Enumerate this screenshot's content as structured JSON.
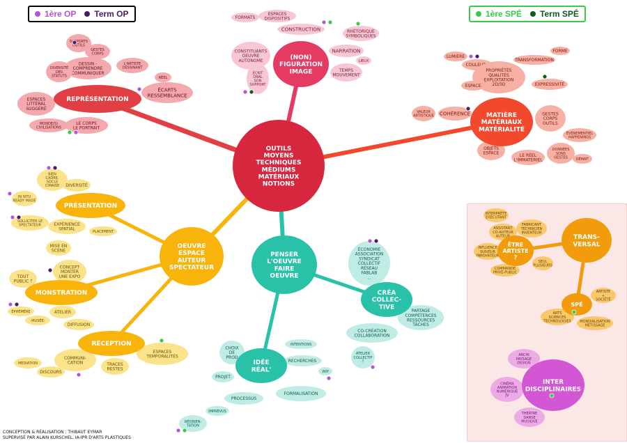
{
  "legend_op": {
    "ops": [
      "1ère OP",
      "Term OP"
    ],
    "colors": [
      "#b455d6",
      "#4b1a6b"
    ],
    "border": "#9b4fd0"
  },
  "legend_spe": {
    "spes": [
      "1ère SPÉ",
      "Term SPÉ"
    ],
    "colors": [
      "#3cc84a",
      "#0f5a1c"
    ],
    "border": "#3cc84a"
  },
  "center": {
    "lines": [
      "Outils",
      "Moyens",
      "Techniques",
      "Médiums",
      "Matériaux",
      "Notions"
    ],
    "color": "#d6273f"
  },
  "branches": {
    "figuration": {
      "color": "#e53b62",
      "light": "#f7c8d3",
      "main": [
        "(non)",
        "figuration",
        "image"
      ],
      "items": [
        {
          "lines": [
            "Formats"
          ]
        },
        {
          "lines": [
            "Espaces",
            "dispositifs"
          ]
        },
        {
          "lines": [
            "Construction"
          ]
        },
        {
          "lines": [
            "Rhétorique",
            "symboliques"
          ]
        },
        {
          "lines": [
            "Constituants",
            "oeuvre",
            "autonome"
          ]
        },
        {
          "lines": [
            "Narration"
          ]
        },
        {
          "lines": [
            "Lieux"
          ]
        },
        {
          "lines": [
            "Écrit",
            "oral",
            "son",
            "support"
          ]
        },
        {
          "lines": [
            "Temps",
            "mouvement"
          ]
        }
      ]
    },
    "representation": {
      "color": "#e23f45",
      "light": "#f3a9ad",
      "main": [
        "Représentation"
      ],
      "items": [
        {
          "lines": [
            "Supports",
            "outils"
          ]
        },
        {
          "lines": [
            "Gestes",
            "corps"
          ]
        },
        {
          "lines": [
            "Dessin -",
            "comprendre",
            "communiquer"
          ]
        },
        {
          "lines": [
            "Diversité",
            "des",
            "statuts"
          ]
        },
        {
          "lines": [
            "L'artiste",
            "dessinant"
          ]
        },
        {
          "lines": [
            "Réel"
          ]
        },
        {
          "lines": [
            "Écarts",
            "ressemblance"
          ]
        },
        {
          "lines": [
            "Espaces",
            "littéral",
            "suggéré"
          ]
        },
        {
          "lines": [
            "Monde(s)",
            "civilisations"
          ]
        },
        {
          "lines": [
            "Le corps",
            "le portrait"
          ]
        }
      ]
    },
    "materialite": {
      "color": "#f2492c",
      "light": "#f7b1a4",
      "main": [
        "Matière",
        "Matériaux",
        "Matérialité"
      ],
      "items": [
        {
          "lines": [
            "Lumière"
          ]
        },
        {
          "lines": [
            "Couleurs"
          ]
        },
        {
          "lines": [
            "Transformation"
          ]
        },
        {
          "lines": [
            "Forme"
          ]
        },
        {
          "lines": [
            "Propriétés",
            "qualités",
            "exploitation",
            "2D/3D"
          ]
        },
        {
          "lines": [
            "Espace"
          ]
        },
        {
          "lines": [
            "Expressivité"
          ]
        },
        {
          "lines": [
            "Valeur",
            "artistique"
          ]
        },
        {
          "lines": [
            "Cohérence"
          ]
        },
        {
          "lines": [
            "Gestes",
            "corps",
            "outils"
          ]
        },
        {
          "lines": [
            "Événementiel",
            "happenings"
          ]
        },
        {
          "lines": [
            "Objets",
            "espace"
          ]
        },
        {
          "lines": [
            "Le réel",
            "l'immatériel"
          ]
        },
        {
          "lines": [
            "Données",
            "sons",
            "gestes"
          ]
        },
        {
          "lines": [
            "Démat'"
          ]
        }
      ]
    },
    "oeuvre": {
      "color": "#f8b40b",
      "light": "#fbe38a",
      "main": [
        "Oeuvre",
        "Espace",
        "Auteur",
        "Spectateur"
      ],
      "presentation": [
        "Présentation"
      ],
      "monstration": [
        "Monstration"
      ],
      "reception": [
        "Réception"
      ],
      "items": [
        {
          "lines": [
            "Bien",
            "cadre,",
            "socle",
            "cimaise"
          ]
        },
        {
          "lines": [
            "Diversité"
          ]
        },
        {
          "lines": [
            "In situ",
            "ready made"
          ]
        },
        {
          "lines": [
            "Solliciter le",
            "spectateur"
          ]
        },
        {
          "lines": [
            "Expérience",
            "spatial"
          ]
        },
        {
          "lines": [
            "Placement"
          ]
        },
        {
          "lines": [
            "Mise en",
            "scène"
          ]
        },
        {
          "lines": [
            "Concept",
            "monter",
            "une expo"
          ]
        },
        {
          "lines": [
            "Tout",
            "public ?"
          ]
        },
        {
          "lines": [
            "Éphémère"
          ]
        },
        {
          "lines": [
            "Atelier"
          ]
        },
        {
          "lines": [
            "-Musée-"
          ]
        },
        {
          "lines": [
            "Diffusion"
          ]
        },
        {
          "lines": [
            "Espaces",
            "temporalités"
          ]
        },
        {
          "lines": [
            "Médiation"
          ]
        },
        {
          "lines": [
            "Communi-",
            "cation"
          ]
        },
        {
          "lines": [
            "Traces",
            "restes"
          ]
        },
        {
          "lines": [
            "Discours"
          ]
        }
      ]
    },
    "penser": {
      "color": "#29c2a8",
      "light": "#bfece4",
      "main": [
        "Penser",
        "l'oeuvre",
        "faire",
        "oeuvre"
      ],
      "crea": [
        "Créa",
        "collec-",
        "tive"
      ],
      "idee": [
        "Idée",
        "réal'"
      ],
      "items": [
        {
          "lines": [
            "Économie",
            "association",
            "syndicat",
            "collectif",
            "réseau",
            "fablab",
            "..."
          ]
        },
        {
          "lines": [
            "Partage",
            "compétences",
            "ressources",
            "tâches"
          ]
        },
        {
          "lines": [
            "Co-création",
            "collaboration"
          ]
        },
        {
          "lines": [
            "Atelier",
            "collectif",
            "?"
          ]
        },
        {
          "lines": [
            "Choix",
            "de",
            "prod"
          ]
        },
        {
          "lines": [
            "Intentions"
          ]
        },
        {
          "lines": [
            "Recherches"
          ]
        },
        {
          "lines": [
            "Projet"
          ]
        },
        {
          "lines": [
            "WIP"
          ]
        },
        {
          "lines": [
            "Formalisation"
          ]
        },
        {
          "lines": [
            "Processus"
          ]
        },
        {
          "lines": [
            "Imprévus"
          ]
        },
        {
          "lines": [
            "Réorien-",
            "tation"
          ]
        }
      ]
    },
    "inter": {
      "color": "#f29b0d",
      "light": "#f8c86a",
      "purple": "#d357d4",
      "purple_light": "#ecaae6",
      "transversal": [
        "Trans-",
        "versal"
      ],
      "artiste": [
        "Être",
        "artiste",
        "?"
      ],
      "spe": [
        "Spé"
      ],
      "inter": [
        "Inter",
        "disciplinaires"
      ],
      "items": [
        {
          "lines": [
            "Interprète",
            "exécutant"
          ]
        },
        {
          "lines": [
            "Assistant",
            "co-auteur",
            "auteur"
          ]
        },
        {
          "lines": [
            "Fabricant",
            "technicien",
            "inventeur"
          ]
        },
        {
          "lines": [
            "Influence",
            "suiveur",
            "innovateur"
          ]
        },
        {
          "lines": [
            "Commande",
            "privé-public"
          ]
        },
        {
          "lines": [
            "Seul",
            "plusieurs"
          ]
        },
        {
          "lines": [
            "Artiste",
            "+",
            "société"
          ]
        },
        {
          "lines": [
            "Arts",
            "sciences",
            "technologies"
          ]
        },
        {
          "lines": [
            "Mondialisation",
            "métissage"
          ]
        },
        {
          "lines": [
            "Archi",
            "paysage",
            "design"
          ]
        },
        {
          "lines": [
            "Cinéma",
            "animation",
            "numérique",
            "JV"
          ]
        },
        {
          "lines": [
            "Théâtre",
            "danse",
            "musique"
          ]
        }
      ]
    }
  },
  "credits": [
    "Conception & réalisation : Thibaut Eymar",
    "Supervisé par Alain Kurschel, IA-IPR d'Arts Plastiques"
  ]
}
